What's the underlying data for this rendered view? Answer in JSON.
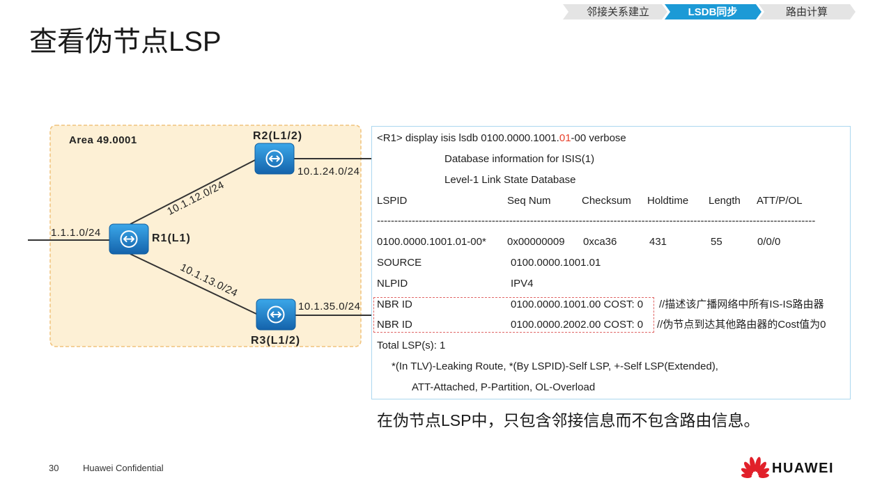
{
  "progress": {
    "steps": [
      {
        "label": "邻接关系建立",
        "active": false
      },
      {
        "label": "LSDB同步",
        "active": true
      },
      {
        "label": "路由计算",
        "active": false
      }
    ]
  },
  "title": "查看伪节点LSP",
  "diagram": {
    "area_label": "Area 49.0001",
    "routers": {
      "r1": {
        "label": "R1(L1)",
        "icon": "router-icon"
      },
      "r2": {
        "label": "R2(L1/2)",
        "icon": "router-icon"
      },
      "r3": {
        "label": "R3(L1/2)",
        "icon": "router-icon"
      }
    },
    "networks": {
      "r1_external": "1.1.1.0/24",
      "r1_r2": "10.1.12.0/24",
      "r1_r3": "10.1.13.0/24",
      "r2_external": "10.1.24.0/24",
      "r3_external": "10.1.35.0/24"
    }
  },
  "cli": {
    "command": {
      "prefix": "<R1> display isis lsdb 0100.0000.1001.",
      "highlight": "01",
      "suffix": "-00 verbose"
    },
    "db_info": "Database information for ISIS(1)",
    "db_level": "Level-1 Link State Database",
    "columns": [
      "LSPID",
      "Seq Num",
      "Checksum",
      "Holdtime",
      "Length",
      "ATT/P/OL"
    ],
    "separator": "------------------------------------------------------------------------------------------------------------------------------",
    "lsp_row": [
      "0100.0000.1001.01-00*",
      "0x00000009",
      "0xca36",
      "431",
      "55",
      "0/0/0"
    ],
    "source": {
      "label": "SOURCE",
      "value": "0100.0000.1001.01"
    },
    "nlpid": {
      "label": "NLPID",
      "value": "IPV4"
    },
    "nbrs": [
      {
        "label": "NBR ID",
        "value": "0100.0000.1001.00 COST: 0",
        "comment": "//描述该广播网络中所有IS-IS路由器"
      },
      {
        "label": "NBR ID",
        "value": "0100.0000.2002.00 COST: 0",
        "comment": "//伪节点到达其他路由器的Cost值为0"
      }
    ],
    "total": "Total LSP(s): 1",
    "legend_1": "*(In TLV)-Leaking Route, *(By LSPID)-Self LSP, +-Self LSP(Extended),",
    "legend_2": "ATT-Attached, P-Partition, OL-Overload"
  },
  "note": "在伪节点LSP中，只包含邻接信息而不包含路由信息。",
  "footer": {
    "page_number": "30",
    "confidential": "Huawei Confidential",
    "logo_text": "HUAWEI",
    "logo_icon": "huawei-flower-icon"
  },
  "colors": {
    "accent": "#1c9ad6",
    "step_inactive": "#e4e4e4",
    "router_top": "#3ba7e9",
    "router_bottom": "#1463ab",
    "area_fill": "#fdf0d5",
    "area_border": "#f0c27b",
    "cli_border": "#abd7ef",
    "highlight": "#e8412c",
    "nbr_box": "#e06666",
    "logo_red": "#e1202a"
  }
}
